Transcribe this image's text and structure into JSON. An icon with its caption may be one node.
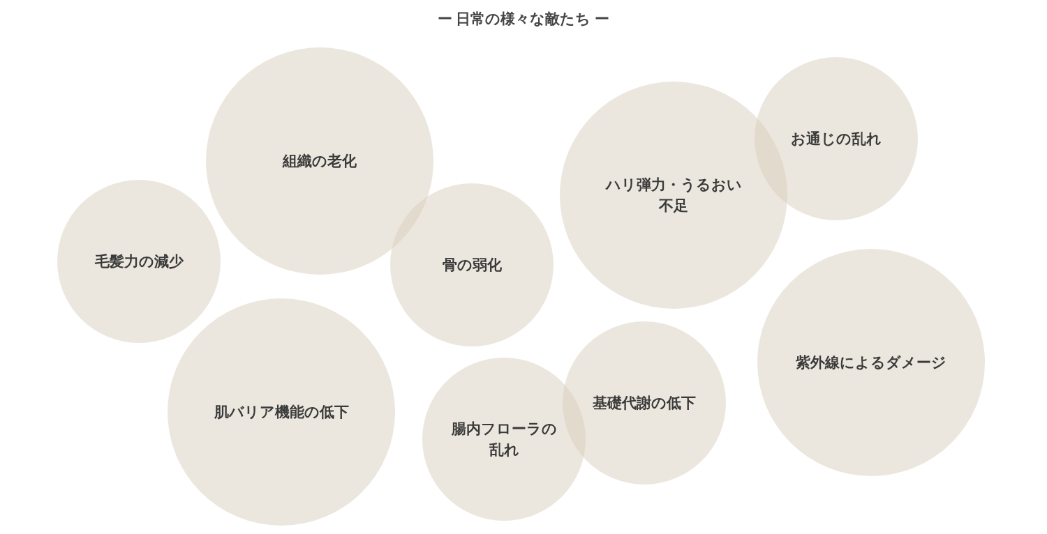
{
  "diagram": {
    "title": "ー 日常の様々な敵たち ー",
    "nodes": [
      {
        "text": [
          "組織の老化"
        ]
      },
      {
        "text": [
          "ハリ弾力・うるおい不足"
        ]
      },
      {
        "text": [
          "お通じの乱れ"
        ]
      },
      {
        "text": [
          "毛髪力の減少"
        ]
      },
      {
        "text": [
          "骨の弱化"
        ]
      },
      {
        "text": [
          "紫外線によるダメージ"
        ]
      },
      {
        "text": [
          "肌バリア機能の低下"
        ]
      },
      {
        "text": [
          "腸内フローラの乱れ"
        ]
      },
      {
        "text": [
          "基礎代謝の低下"
        ]
      }
    ]
  }
}
